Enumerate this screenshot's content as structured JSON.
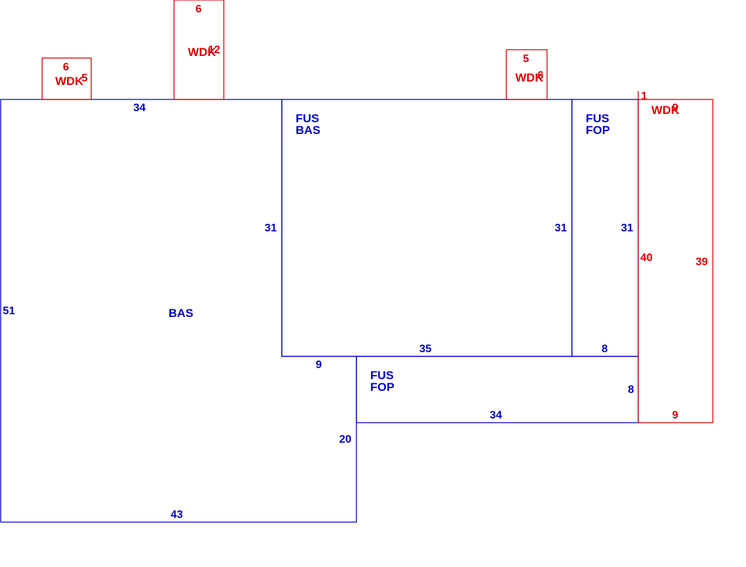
{
  "colors": {
    "building": "#0000cc",
    "deck": "#dd0000",
    "background": "#ffffff"
  },
  "areas": {
    "bas_main": "BAS",
    "fus_bas": {
      "line1": "FUS",
      "line2": "BAS"
    },
    "fus_fop_right": {
      "line1": "FUS",
      "line2": "FOP"
    },
    "fus_fop_bottom": {
      "line1": "FUS",
      "line2": "FOP"
    }
  },
  "dims": {
    "top_left": "34",
    "left": "51",
    "bottom": "43",
    "notch_inner_left": "31",
    "notch_bottom_9": "9",
    "notch_vertical_20": "20",
    "fus_bas_right": "31",
    "fus_bas_bottom": "35",
    "fop_right_31": "31",
    "fop_bottom_8": "8",
    "fop_bottom_right_8": "8",
    "fop_bottom_34": "34"
  },
  "decks": {
    "d1": {
      "label": "WDK",
      "top": "6",
      "side": "5"
    },
    "d2": {
      "label": "WDK",
      "top": "6",
      "side": "12"
    },
    "d3": {
      "label": "WDK",
      "top": "5",
      "side": "6"
    },
    "d4": {
      "label": "WDK",
      "top": "9",
      "corner": "1",
      "left": "40",
      "right": "39",
      "bottom": "9"
    }
  }
}
